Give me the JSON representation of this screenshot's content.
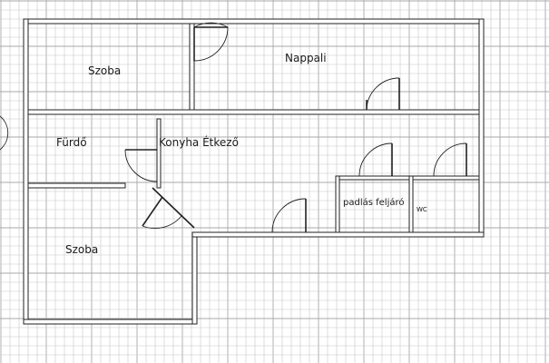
{
  "rooms": {
    "szoba_top": "Szoba",
    "nappali": "Nappali",
    "furdo": "Fürdő",
    "konyha": "Konyha Étkező",
    "szoba_bottom": "Szoba",
    "padlas": "padlás feljáró",
    "wc": "WC"
  },
  "colors": {
    "wall": "#222222",
    "grid": "#c7c7c7",
    "background": "#ffffff"
  }
}
